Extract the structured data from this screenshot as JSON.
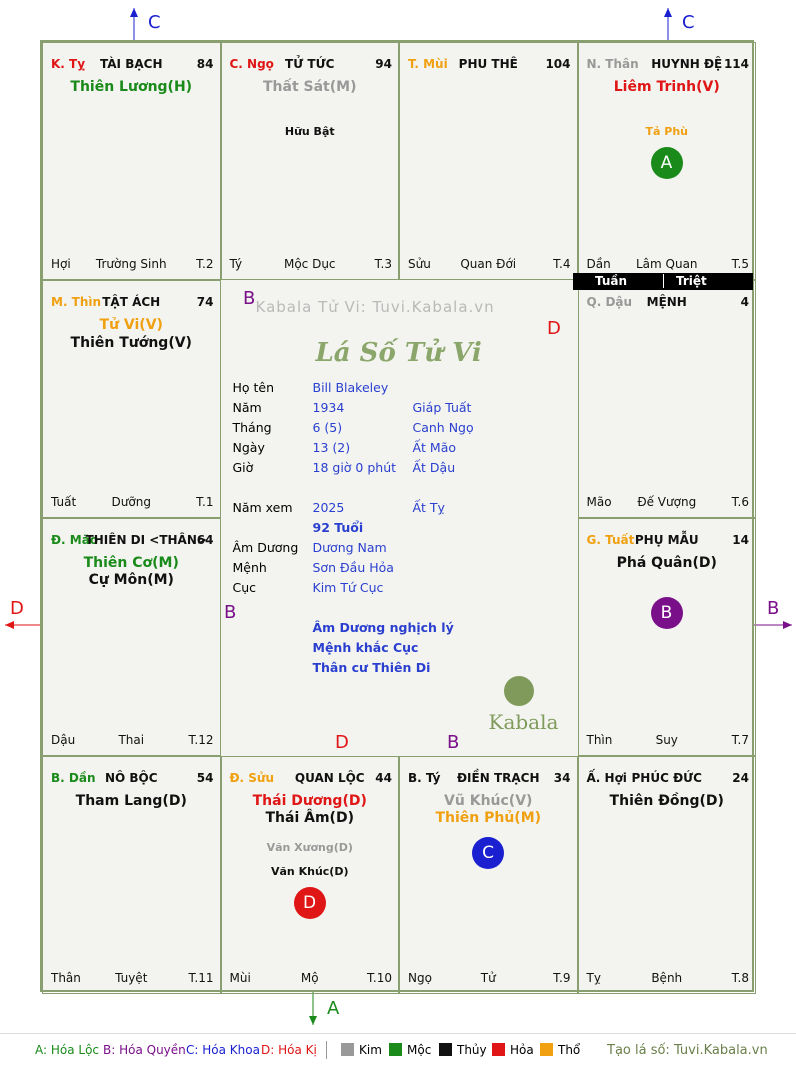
{
  "colors": {
    "green": "#1a8a1a",
    "purple": "#7a0f8a",
    "blue": "#1a20d0",
    "red": "#e01515",
    "orange": "#f0a010",
    "gray": "#999999",
    "black": "#111111"
  },
  "cells": {
    "ty": {
      "can": "K. Tỵ",
      "name": "TÀI BẠCH",
      "num": "84",
      "star1": "Thiên Lương(H)",
      "bl": "Hợi",
      "bc": "Trường Sinh",
      "br": "T.2"
    },
    "ngo": {
      "can": "C. Ngọ",
      "name": "TỬ TỨC",
      "num": "94",
      "star1": "Thất Sát(M)",
      "minor1": "Hữu Bật",
      "bl": "Tý",
      "bc": "Mộc Dục",
      "br": "T.3"
    },
    "mui": {
      "can": "T. Mùi",
      "name": "PHU THÊ",
      "num": "104",
      "bl": "Sửu",
      "bc": "Quan Đới",
      "br": "T.4"
    },
    "than": {
      "can": "N. Thân",
      "name": "HUYNH ĐỆ",
      "num": "114",
      "star1": "Liêm Trinh(V)",
      "minor1": "Tả Phù",
      "bl": "Dần",
      "bc": "Lâm Quan",
      "br": "T.5"
    },
    "thin": {
      "can": "M. Thìn",
      "name": "TẬT ÁCH",
      "num": "74",
      "star1": "Tử Vi(V)",
      "star2": "Thiên Tướng(V)",
      "bl": "Tuất",
      "bc": "Dưỡng",
      "br": "T.1"
    },
    "dau": {
      "can": "Q. Dậu",
      "name": "MỆNH",
      "num": "4",
      "bl": "Mão",
      "bc": "Đế Vượng",
      "br": "T.6"
    },
    "mao": {
      "can": "Đ. Mão",
      "name": "THIÊN DI <THÂN>",
      "num": "64",
      "star1": "Thiên Cơ(M)",
      "star2": "Cự Môn(M)",
      "bl": "Dậu",
      "bc": "Thai",
      "br": "T.12"
    },
    "tuat": {
      "can": "G. Tuất",
      "name": "PHỤ MẪU",
      "num": "14",
      "star1": "Phá Quân(D)",
      "bl": "Thìn",
      "bc": "Suy",
      "br": "T.7"
    },
    "dan": {
      "can": "B. Dần",
      "name": "NÔ BỘC",
      "num": "54",
      "star1": "Tham Lang(D)",
      "bl": "Thân",
      "bc": "Tuyệt",
      "br": "T.11"
    },
    "suu": {
      "can": "Đ. Sửu",
      "name": "QUAN LỘC",
      "num": "44",
      "star1": "Thái Dương(D)",
      "star2": "Thái Âm(D)",
      "minor1": "Văn Xương(D)",
      "minor2": "Văn Khúc(D)",
      "bl": "Mùi",
      "bc": "Mộ",
      "br": "T.10"
    },
    "ty2": {
      "can": "B. Tý",
      "name": "ĐIỀN TRẠCH",
      "num": "34",
      "star1": "Vũ Khúc(V)",
      "star2": "Thiên Phủ(M)",
      "bl": "Ngọ",
      "bc": "Tử",
      "br": "T.9"
    },
    "hoi": {
      "can": "Ấ. Hợi",
      "name": "PHÚC ĐỨC",
      "num": "24",
      "star1": "Thiên Đồng(D)",
      "bl": "Tỵ",
      "bc": "Bệnh",
      "br": "T.8"
    }
  },
  "tuan_triet": {
    "tuan": "Tuần",
    "triet": "Triệt"
  },
  "center": {
    "watermark": "Kabala Tử Vi: Tuvi.Kabala.vn",
    "title": "Lá Số Tử Vi",
    "rows": [
      {
        "label": "Họ tên",
        "v1": "Bill Blakeley",
        "v2": ""
      },
      {
        "label": "Năm",
        "v1": "1934",
        "v2": "Giáp Tuất"
      },
      {
        "label": "Tháng",
        "v1": "6  (5)",
        "v2": "Canh Ngọ"
      },
      {
        "label": "Ngày",
        "v1": "13  (2)",
        "v2": "Ất Mão"
      },
      {
        "label": "Giờ",
        "v1": "18 giờ 0 phút",
        "v2": "Ất Dậu"
      },
      {
        "label": "Năm xem",
        "v1": "2025",
        "v2": "Ất Tỵ"
      },
      {
        "label": "",
        "v1": "92 Tuổi",
        "v2": ""
      },
      {
        "label": "Âm Dương",
        "v1": "Dương Nam",
        "v2": ""
      },
      {
        "label": "Mệnh",
        "v1": "Sơn Đầu Hỏa",
        "v2": ""
      },
      {
        "label": "Cục",
        "v1": "Kim Tứ Cục",
        "v2": ""
      }
    ],
    "notes": [
      "Âm Dương nghịch lý",
      "Mệnh khắc Cục",
      "Thân cư Thiên Di"
    ],
    "logo": "Kabala"
  },
  "circles": {
    "a": "A",
    "b": "B",
    "c": "C",
    "d": "D"
  },
  "axis": {
    "top_left": "C",
    "top_right": "C",
    "left": "D",
    "right": "B",
    "bottom": "A"
  },
  "line_labels": {
    "b1": "B",
    "b2": "B",
    "b3": "B",
    "d1": "D",
    "d2": "D"
  },
  "legend": {
    "a": "A: Hóa Lộc",
    "b": "B: Hóa Quyền",
    "c": "C: Hóa Khoa",
    "d": "D: Hóa Kị",
    "kim": "Kim",
    "moc": "Mộc",
    "thuy": "Thủy",
    "hoa": "Hỏa",
    "tho": "Thổ",
    "site": "Tạo lá số: Tuvi.Kabala.vn"
  }
}
